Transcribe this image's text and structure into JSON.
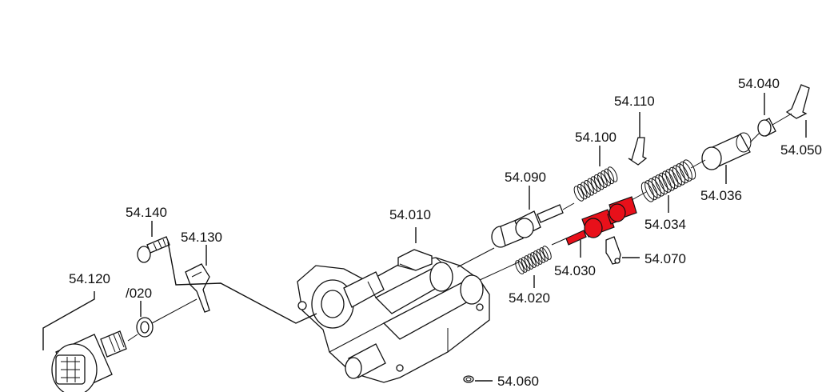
{
  "diagram": {
    "highlight_color": "#e8101a",
    "line_color": "#111111",
    "labels": {
      "p54_010": "54.010",
      "p54_020": "54.020",
      "p54_030": "54.030",
      "p54_034": "54.034",
      "p54_036": "54.036",
      "p54_040": "54.040",
      "p54_050": "54.050",
      "p54_060": "54.060",
      "p54_070": "54.070",
      "p54_090": "54.090",
      "p54_100": "54.100",
      "p54_110": "54.110",
      "p54_120": "54.120",
      "p54_130": "54.130",
      "p54_140": "54.140",
      "p020": "/020"
    }
  }
}
